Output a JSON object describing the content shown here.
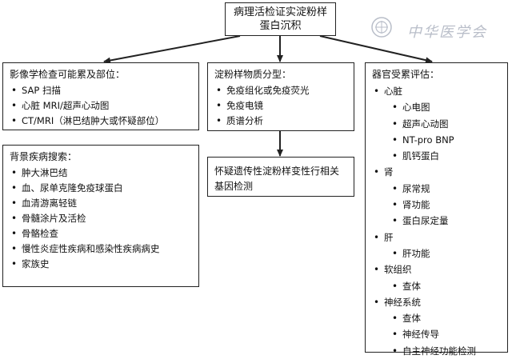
{
  "title": "病理活检证实淀粉样蛋白沉积",
  "watermark": "中华医学会",
  "imaging": {
    "heading": "影像学检查可能累及部位：",
    "items": [
      "SAP 扫描",
      "心脏 MRI/超声心动图",
      "CT/MRI（淋巴结肿大或怀疑部位）"
    ]
  },
  "amyloid_typing": {
    "heading": "淀粉样物质分型：",
    "items": [
      "免疫组化或免疫荧光",
      "免疫电镜",
      "质谱分析"
    ]
  },
  "genetic_testing": {
    "text": "怀疑遗传性淀粉样变性行相关基因检测"
  },
  "background": {
    "heading": "背景疾病搜索：",
    "items": [
      "肿大淋巴结",
      "血、尿单克隆免疫球蛋白",
      "血清游离轻链",
      "骨髓涂片及活检",
      "骨骼检查",
      "慢性炎症性疾病和感染性疾病病史",
      "家族史"
    ]
  },
  "organ_assessment": {
    "heading": "器官受累评估：",
    "organs": [
      {
        "name": "心脏",
        "items": [
          "心电图",
          "超声心动图",
          "NT-pro BNP",
          "肌钙蛋白"
        ]
      },
      {
        "name": "肾",
        "items": [
          "尿常规",
          "肾功能",
          "蛋白尿定量"
        ]
      },
      {
        "name": "肝",
        "items": [
          "肝功能"
        ]
      },
      {
        "name": "软组织",
        "items": [
          "查体"
        ]
      },
      {
        "name": "神经系统",
        "items": [
          "查体",
          "神经传导",
          "自主神经功能检测"
        ]
      }
    ]
  }
}
